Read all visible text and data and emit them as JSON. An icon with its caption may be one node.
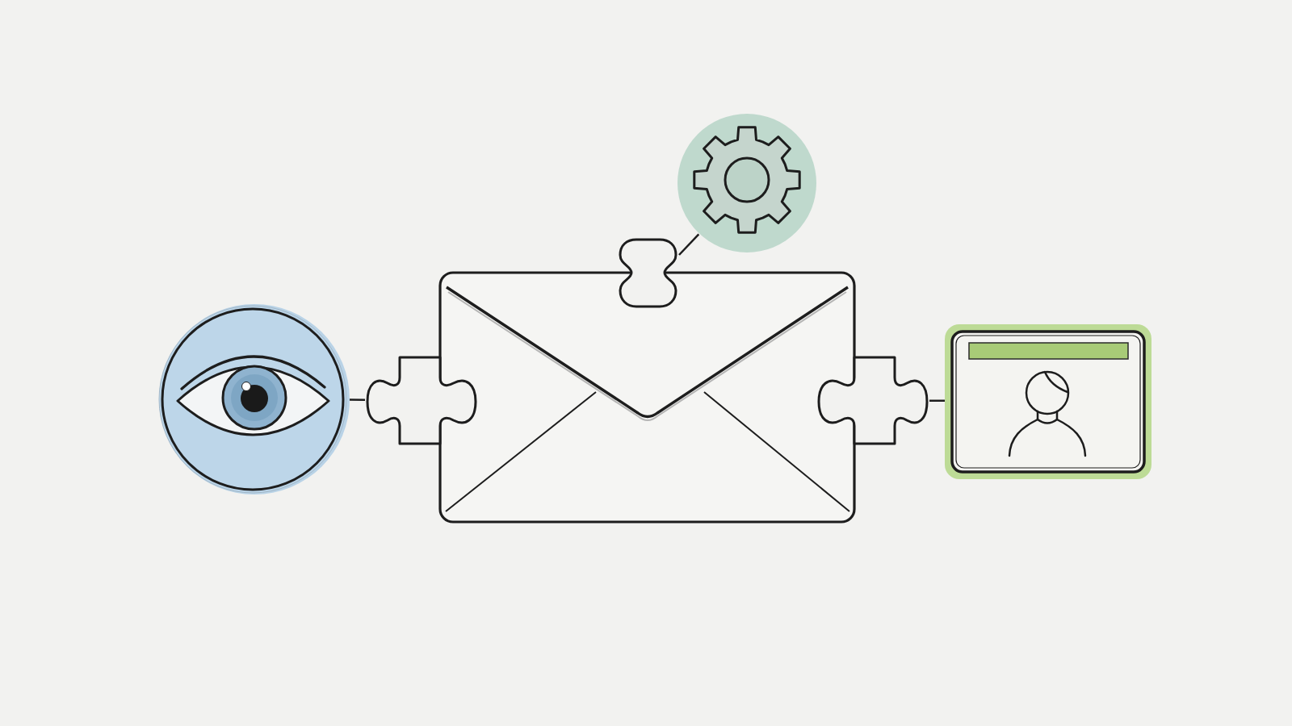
{
  "diagram": {
    "nodes": [
      {
        "text": [],
        "shape": "eye"
      },
      {
        "text": [],
        "shape": "puzzle"
      },
      {
        "text": [],
        "shape": "envelope"
      },
      {
        "text": [],
        "shape": "puzzle"
      },
      {
        "text": [],
        "shape": "gear"
      },
      {
        "text": [],
        "shape": "puzzle"
      },
      {
        "text": [],
        "shape": "card"
      }
    ],
    "edges": [
      {
        "from": 0,
        "to": 1,
        "arrow": "none"
      },
      {
        "from": 3,
        "to": 4,
        "arrow": "none"
      },
      {
        "from": 5,
        "to": 6,
        "arrow": "none"
      }
    ]
  }
}
